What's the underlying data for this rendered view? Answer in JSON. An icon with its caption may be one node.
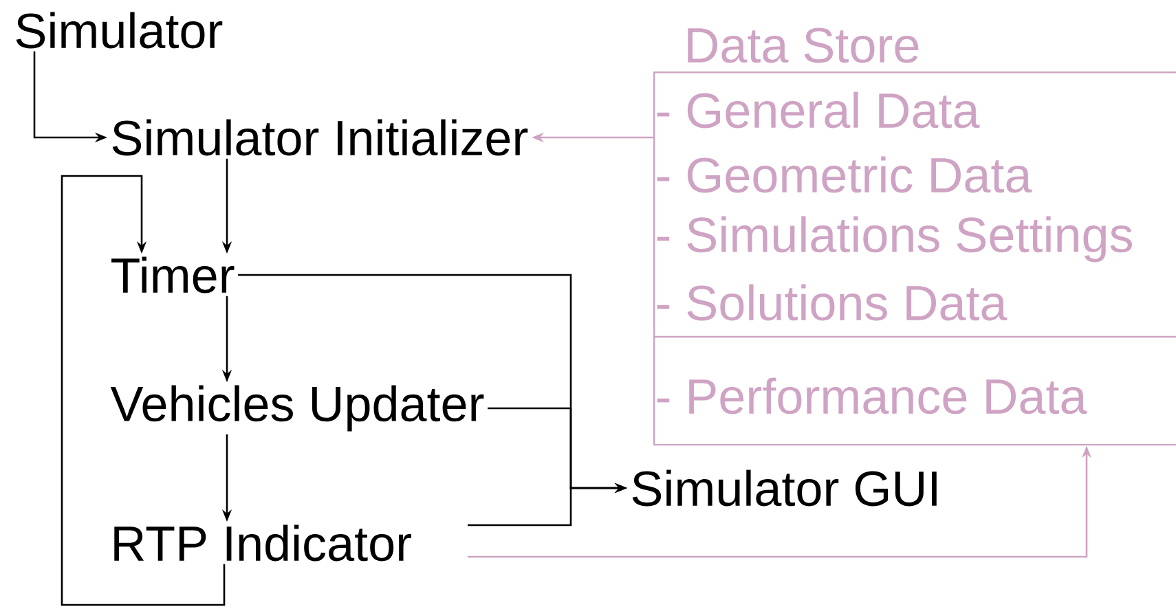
{
  "diagram": {
    "nodes": [
      {
        "text": [
          "Simulator"
        ]
      },
      {
        "text": [
          "Simulator Initializer"
        ]
      },
      {
        "text": [
          "Timer"
        ]
      },
      {
        "text": [
          "Vehicles Updater"
        ]
      },
      {
        "text": [
          "RTP Indicator"
        ]
      },
      {
        "text": [
          "Simulator GUI"
        ]
      },
      {
        "text": [
          "Data Store",
          "- General Data",
          "- Geometric Data",
          "- Simulations Settings",
          "- Solutions Data",
          "- Performance Data"
        ]
      }
    ],
    "edges": [
      {
        "from": 0,
        "to": 1,
        "arrow": "to"
      },
      {
        "from": 1,
        "to": 2,
        "arrow": "to"
      },
      {
        "from": 4,
        "to": 2,
        "arrow": "to"
      },
      {
        "from": 2,
        "to": 3,
        "arrow": "to"
      },
      {
        "from": 3,
        "to": 4,
        "arrow": "to"
      },
      {
        "from": 2,
        "to": 5,
        "arrow": "to"
      },
      {
        "from": 3,
        "to": 5,
        "arrow": "to"
      },
      {
        "from": 4,
        "to": 5,
        "arrow": "to"
      },
      {
        "from": 6,
        "to": 1,
        "arrow": "to",
        "color": "#cfa3c3"
      },
      {
        "from": 4,
        "to": 6,
        "arrow": "to",
        "color": "#cfa3c3"
      }
    ]
  }
}
